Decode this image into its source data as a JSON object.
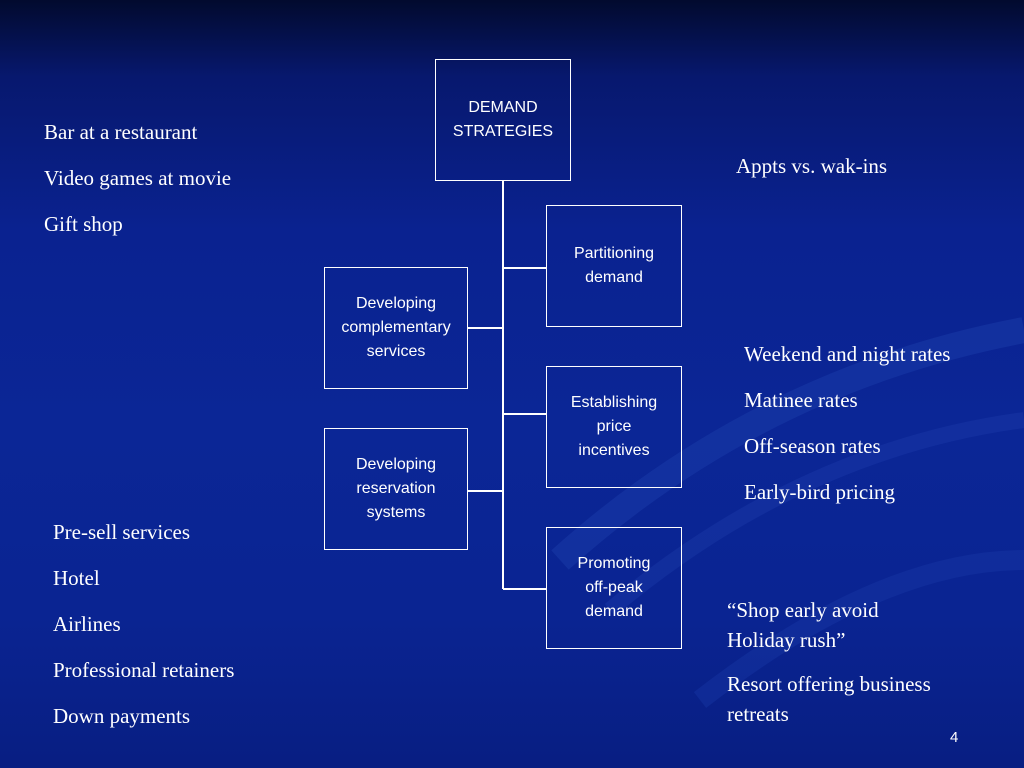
{
  "diagram": {
    "root": [
      "DEMAND",
      "STRATEGIES"
    ],
    "partitioning": [
      "Partitioning",
      "demand"
    ],
    "complementary": [
      "Developing",
      "complementary",
      "services"
    ],
    "price": [
      "Establishing",
      "price",
      "incentives"
    ],
    "reservation": [
      "Developing",
      "reservation",
      "systems"
    ],
    "offpeak": [
      "Promoting",
      "off-peak",
      "demand"
    ]
  },
  "examples": {
    "complementary": [
      "Bar at a restaurant",
      "Video games at movie",
      "Gift shop"
    ],
    "partitioning": [
      "Appts vs. wak-ins"
    ],
    "price": [
      "Weekend and night rates",
      "Matinee rates",
      "Off-season rates",
      "Early-bird pricing"
    ],
    "reservation": [
      "Pre-sell services",
      "Hotel",
      "Airlines",
      "Professional retainers",
      "Down payments"
    ],
    "offpeak": [
      "“Shop early avoid",
      "Holiday rush”",
      "Resort offering business",
      "retreats"
    ]
  },
  "page_number": "4",
  "colors": {
    "background": "#0b2696",
    "foreground": "#ffffff"
  }
}
